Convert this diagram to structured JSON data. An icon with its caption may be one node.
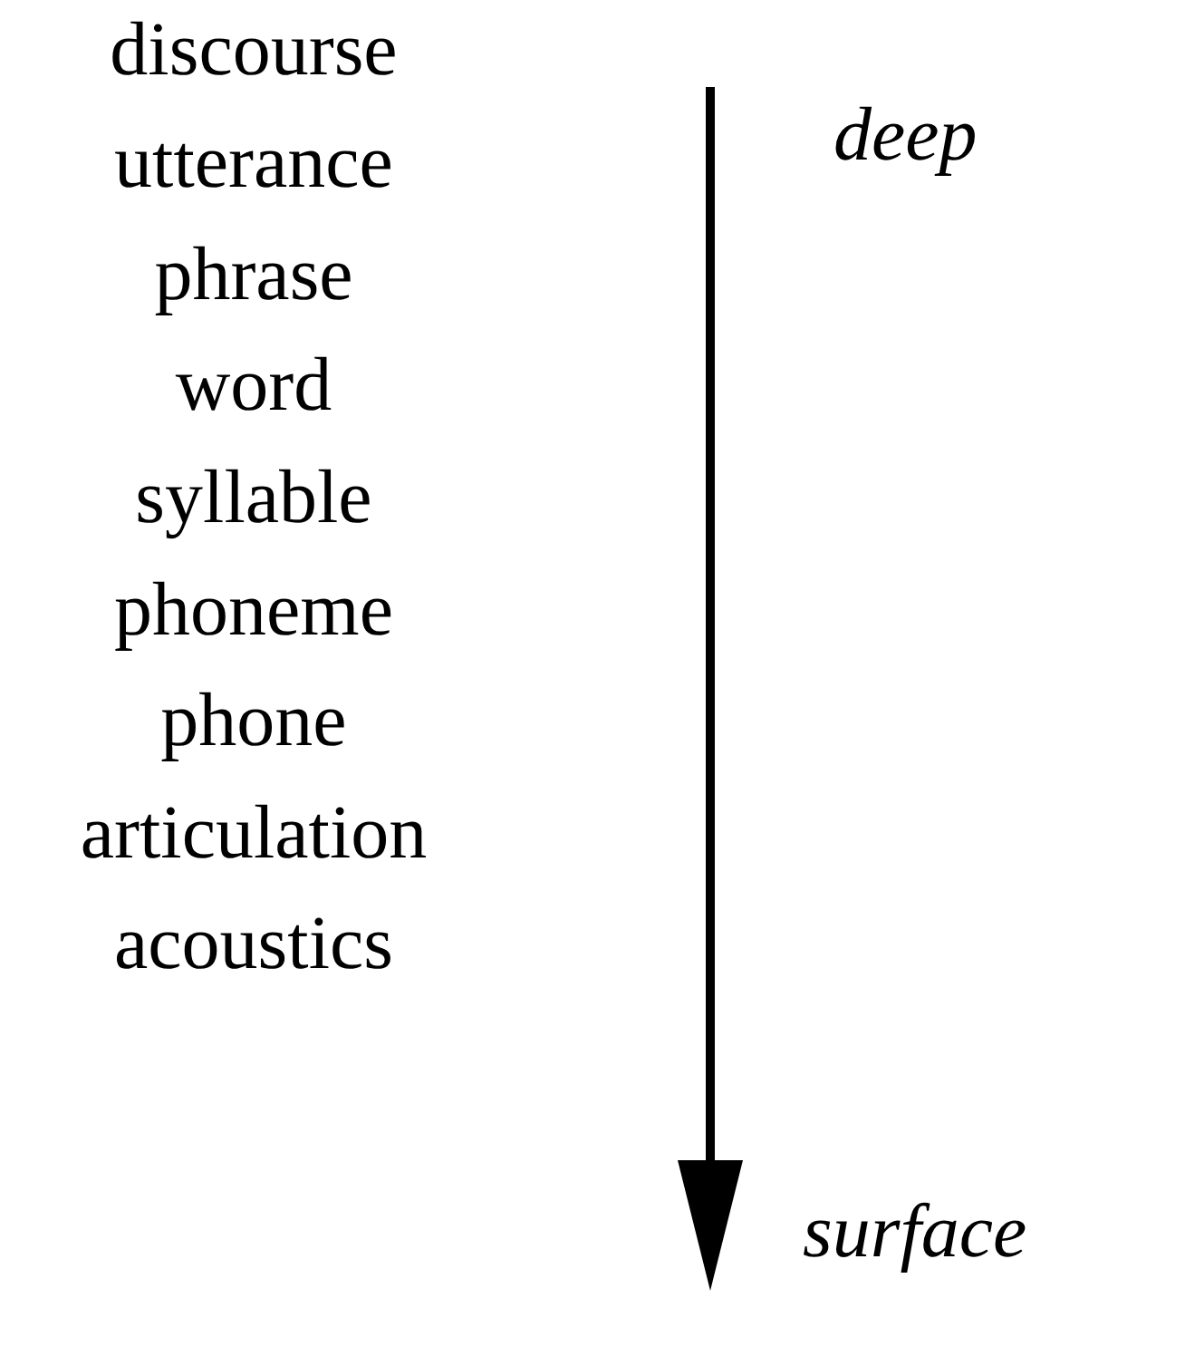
{
  "diagram": {
    "labels": [
      "discourse",
      "deep",
      "utterance",
      "phrase",
      "word",
      "syllable",
      "phoneme",
      "phone",
      "articulation",
      "surface",
      "acoustics"
    ]
  }
}
